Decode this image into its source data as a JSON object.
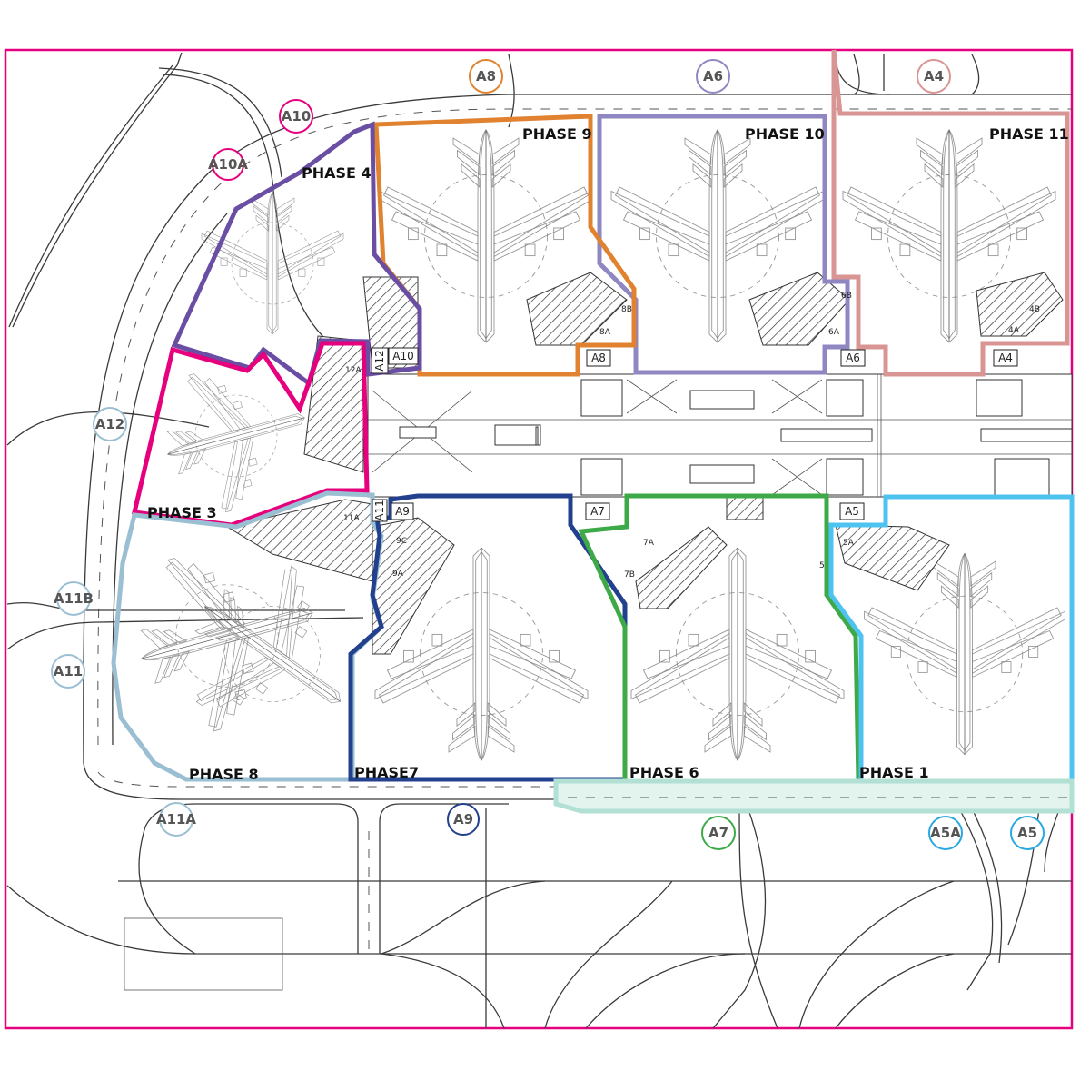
{
  "diagram": {
    "type": "airport apron phasing plan",
    "frame_color": "#e6007e",
    "phases": [
      {
        "id": "phase-1",
        "label": "PHASE 1",
        "color": "#4fc3f0"
      },
      {
        "id": "phase-3",
        "label": "PHASE 3",
        "color": "#e6007e"
      },
      {
        "id": "phase-4",
        "label": "PHASE 4",
        "color": "#6a4ea3"
      },
      {
        "id": "phase-6",
        "label": "PHASE 6",
        "color": "#3daa47"
      },
      {
        "id": "phase-7",
        "label": "PHASE7",
        "color": "#23408e"
      },
      {
        "id": "phase-8",
        "label": "PHASE 8",
        "color": "#9bbfd2"
      },
      {
        "id": "phase-9",
        "label": "PHASE 9",
        "color": "#e0822f"
      },
      {
        "id": "phase-10",
        "label": "PHASE 10",
        "color": "#8f87c2"
      },
      {
        "id": "phase-11",
        "label": "PHASE 11",
        "color": "#d99593"
      },
      {
        "id": "taxilane-strip",
        "label": "",
        "color": "#b2e0d4"
      }
    ],
    "stand_markers": [
      {
        "label": "A10",
        "color": "#e6007e"
      },
      {
        "label": "A10A",
        "color": "#e6007e"
      },
      {
        "label": "A8",
        "color": "#e0822f"
      },
      {
        "label": "A6",
        "color": "#8f87c2"
      },
      {
        "label": "A4",
        "color": "#d99593"
      },
      {
        "label": "A12",
        "color": "#9bbfd2"
      },
      {
        "label": "A11B",
        "color": "#9bbfd2"
      },
      {
        "label": "A11",
        "color": "#9bbfd2"
      },
      {
        "label": "A11A",
        "color": "#9bbfd2"
      },
      {
        "label": "A9",
        "color": "#23408e"
      },
      {
        "label": "A7",
        "color": "#3daa47"
      },
      {
        "label": "A5A",
        "color": "#29a9e0"
      },
      {
        "label": "A5",
        "color": "#29a9e0"
      }
    ],
    "gate_labels": [
      "A12",
      "A10",
      "A8",
      "A6",
      "A4",
      "A11",
      "A9",
      "A7",
      "A5"
    ],
    "bridge_labels": [
      "12A",
      "8A",
      "8B",
      "6A",
      "6B",
      "4A",
      "4B",
      "11A",
      "9A",
      "9C",
      "7A",
      "7B",
      "5A",
      "5"
    ]
  }
}
